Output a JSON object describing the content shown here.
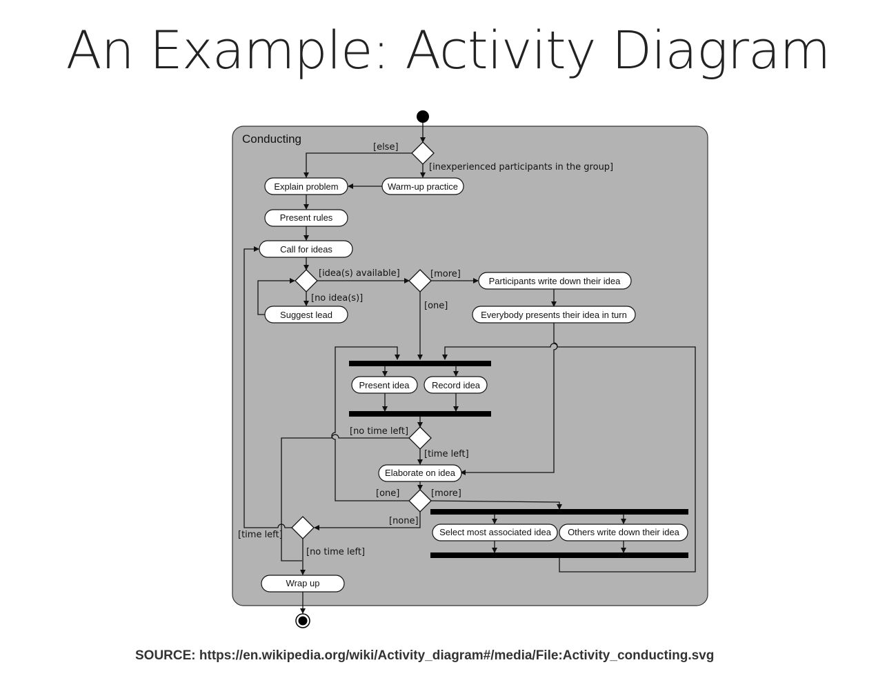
{
  "title": "An Example: Activity Diagram",
  "source": "SOURCE: https://en.wikipedia.org/wiki/Activity_diagram#/media/File:Activity_conducting.svg",
  "diagram": {
    "frame_label": "Conducting",
    "activities": {
      "warm_up": "Warm-up practice",
      "explain_problem": "Explain problem",
      "present_rules": "Present rules",
      "call_for_ideas": "Call for ideas",
      "suggest_lead": "Suggest lead",
      "participants_write": "Participants write down their idea",
      "everybody_presents": "Everybody presents their idea in turn",
      "present_idea": "Present idea",
      "record_idea": "Record idea",
      "elaborate": "Elaborate on idea",
      "select_associated": "Select most associated idea",
      "others_write": "Others write down their idea",
      "wrap_up": "Wrap up"
    },
    "guards": {
      "else": "[else]",
      "inexperienced": "[inexperienced participants in the group]",
      "ideas_available": "[idea(s) available]",
      "no_ideas": "[no idea(s)]",
      "more_1": "[more]",
      "one_1": "[one]",
      "no_time_left_1": "[no time left]",
      "time_left_1": "[time left]",
      "one_2": "[one]",
      "more_2": "[more]",
      "none": "[none]",
      "time_left_2": "[time left]",
      "no_time_left_2": "[no time left]"
    }
  }
}
